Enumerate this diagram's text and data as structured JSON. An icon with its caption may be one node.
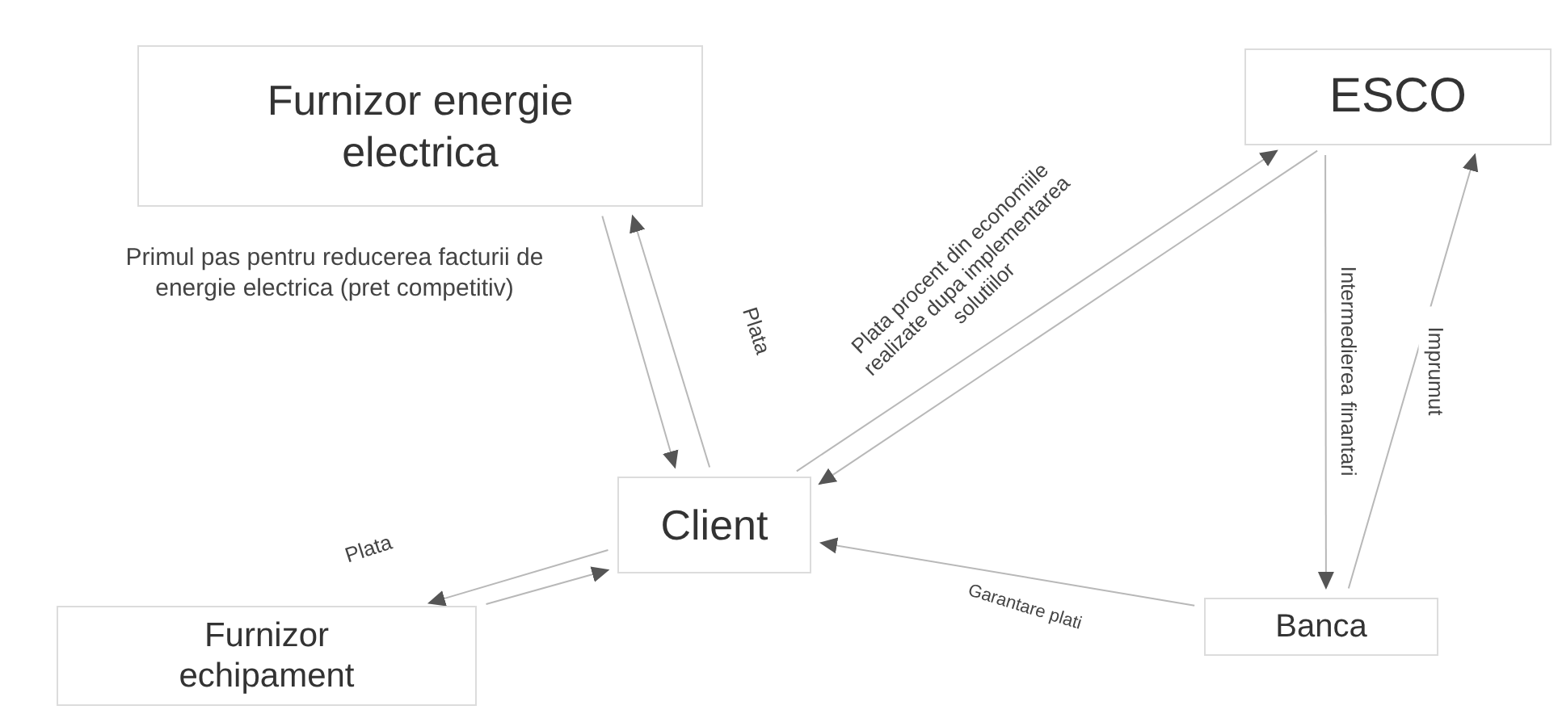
{
  "diagram": {
    "nodes": [
      {
        "text": [
          "Furnizor energie electrica"
        ]
      },
      {
        "text": [
          "ESCO"
        ]
      },
      {
        "text": [
          "Client"
        ]
      },
      {
        "text": [
          "Furnizor echipament"
        ]
      },
      {
        "text": [
          "Banca"
        ]
      }
    ],
    "edges": [
      {
        "from": 2,
        "to": 0,
        "arrow": "to",
        "label": "Plata"
      },
      {
        "from": 0,
        "to": 2,
        "arrow": "to"
      },
      {
        "from": 2,
        "to": 1,
        "arrow": "to",
        "label": "Plata procent din economiile realizate dupa implementarea solutiilor"
      },
      {
        "from": 1,
        "to": 2,
        "arrow": "to"
      },
      {
        "from": 2,
        "to": 3,
        "arrow": "to",
        "label": "Plata"
      },
      {
        "from": 3,
        "to": 2,
        "arrow": "to"
      },
      {
        "from": 1,
        "to": 4,
        "arrow": "to",
        "label": "Intermedierea finantari"
      },
      {
        "from": 4,
        "to": 1,
        "arrow": "to",
        "label": "Imprumut"
      },
      {
        "from": 4,
        "to": 2,
        "arrow": "to",
        "label": "Garantare plati"
      }
    ],
    "labels": [
      "Primul pas pentru reducerea facturii de energie electrica (pret competitiv)"
    ]
  }
}
